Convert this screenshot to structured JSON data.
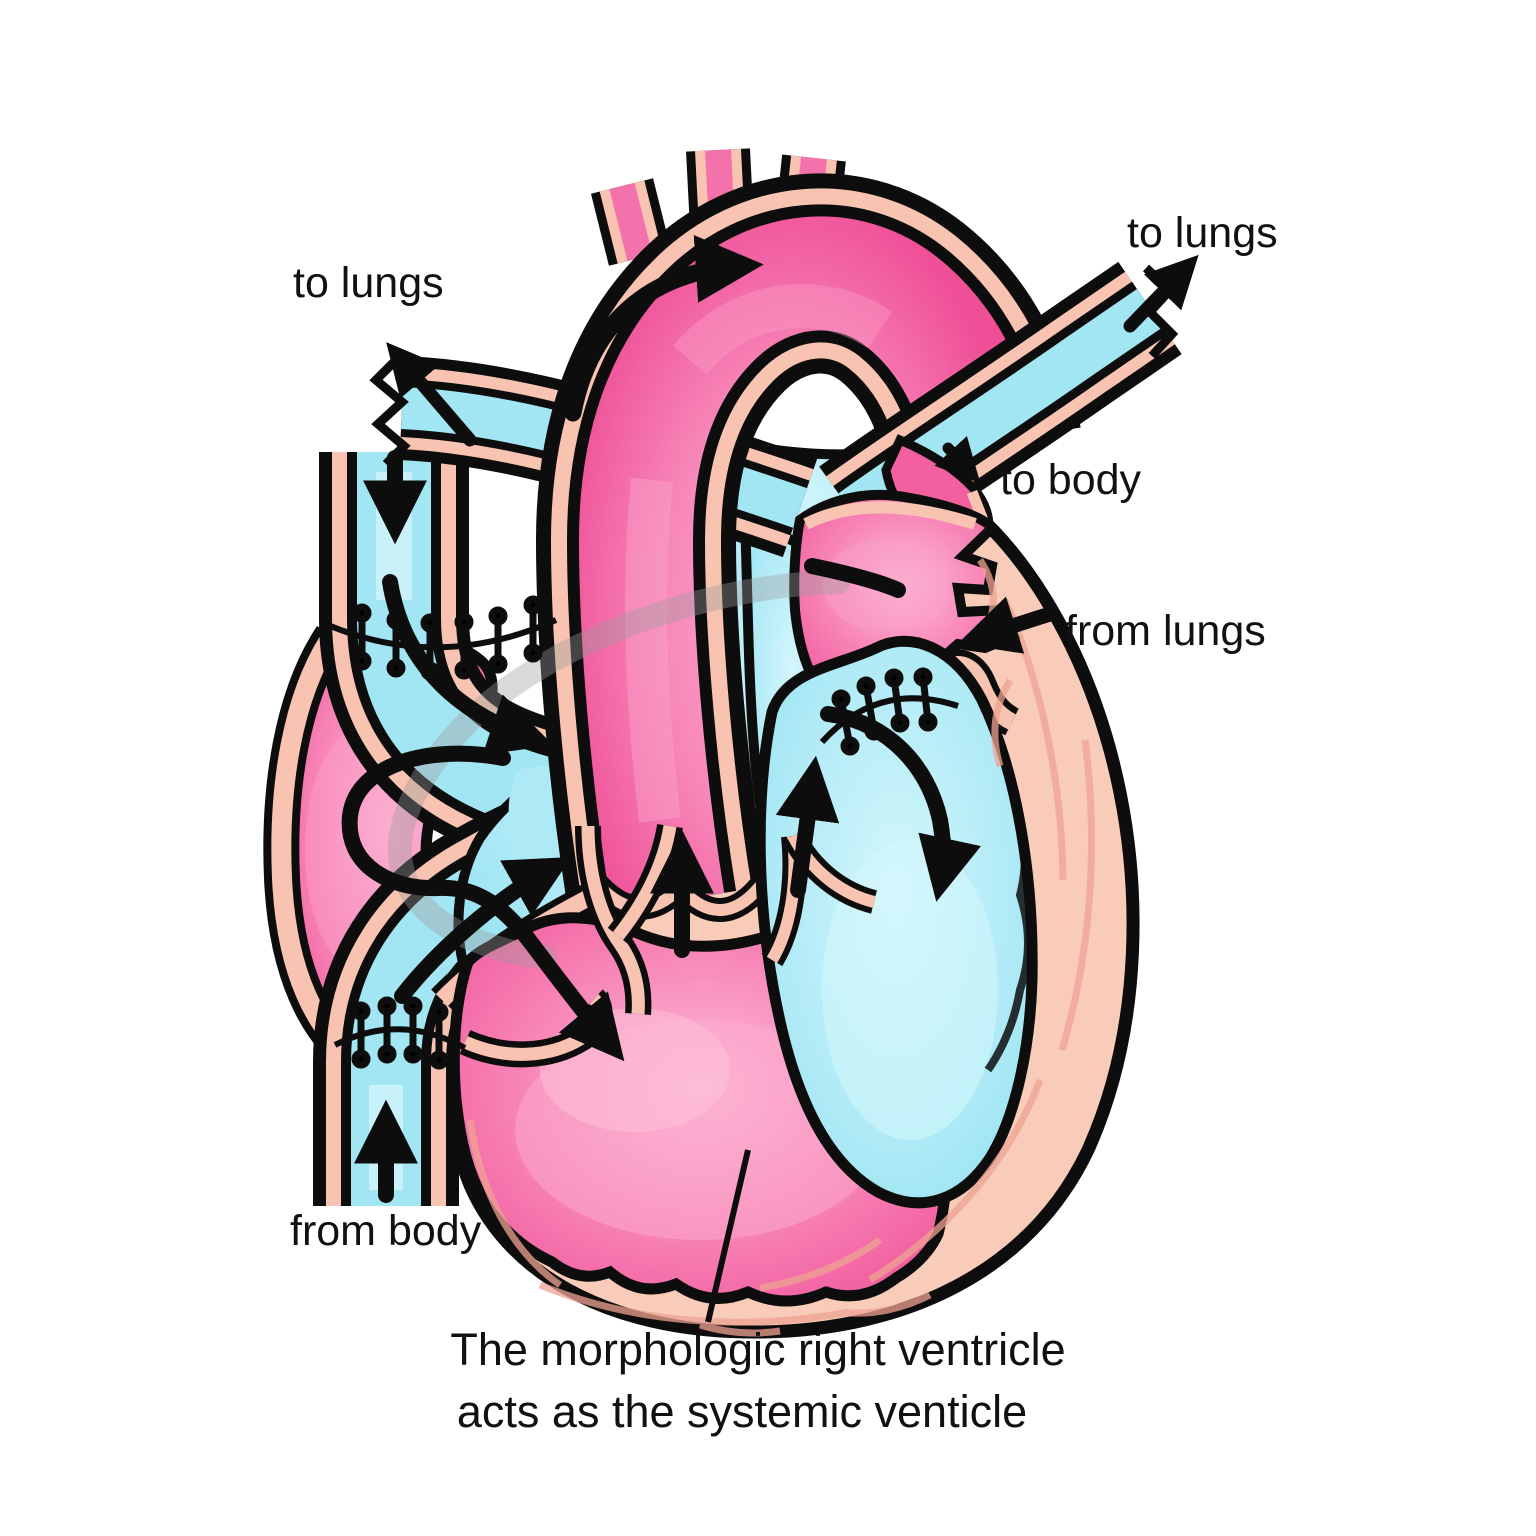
{
  "figure": {
    "title": "Heart blood-flow diagram (morphologic right ventricle as systemic ventricle)",
    "labels": {
      "to_lungs_left": "to lungs",
      "to_lungs_right": "to lungs",
      "to_body": "to body",
      "from_lungs": "from lungs",
      "from_body": "from body"
    },
    "caption": {
      "line1": "The morphologic right ventricle",
      "line2": "acts as the systemic venticle"
    },
    "colors": {
      "oxygenated_pink": "#f25f9f",
      "pink_highlight": "#fba9cc",
      "deoxygenated_blue": "#a3e6f3",
      "blue_highlight": "#d9f7fc",
      "vessel_wall_peach": "#f8c3b0",
      "muscle_texture": "#efa392",
      "outline_black": "#0d0d0d",
      "suture_black": "#0d0d0d",
      "shadow_grey": "#9a9a9a",
      "label_text": "#111111",
      "background": "#ffffff"
    },
    "icons": {
      "flow_arrows": "black curved flow arrows",
      "sutures": "stitched suture lines",
      "leader": "caption leader line"
    }
  }
}
